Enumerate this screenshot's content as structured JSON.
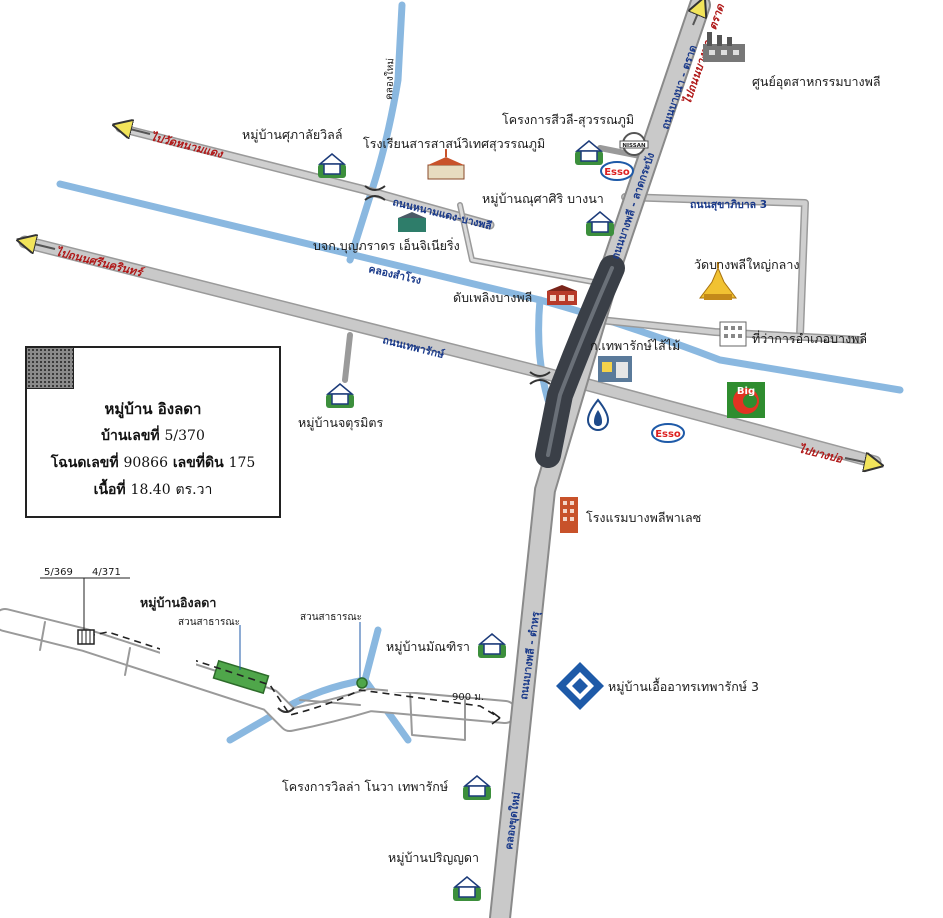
{
  "roads": {
    "phahonyothin_north": "ถนนบางนา - ตราด",
    "bangphli_latkrabang": "ถนนบางพลี - ลาดกระบัง",
    "sukhaphiban3": "ถนนสุขาภิบาล 3",
    "thepharak": "ถนนเทพารักษ์",
    "nongmaendaeng_bangphli": "ถนนหนามแดง-บางพลี",
    "bangphli_tamru": "ถนนบางพลี - ตำหรุ",
    "khlong_samrong": "คลองสำโรง",
    "khlong_mai": "คลองใหม่",
    "khlong_khut_mai": "คลองขุดใหม่"
  },
  "directions": {
    "to_bangna": "ไปถนนบางนา - ตราด",
    "to_wat_nammaendaeng": "ไปวัดหนามแดง",
    "to_srinakarin": "ไปถนนศรีนครินทร์",
    "to_bangbo": "ไปบางบ่อ"
  },
  "places": {
    "industrial_center": "ศูนย์อุตสาหกรรมบางพลี",
    "sawi_suvarnabhumi": "โครงการสีวลี-สุวรรณภูมิ",
    "supalai_villa": "หมู่บ้านศุภาลัยวิลล์",
    "school": "โรงเรียนสารสาสน์วิเทศสุวรรณภูมิ",
    "nasiri_bangna": "หมู่บ้านณุศาศิริ บางนา",
    "boonyaphat": "บจก.บุญภราดร เอ็นจิเนียริ่ง",
    "wat_bangphli_yai": "วัดบางพลีใหญ่กลาง",
    "fire_station": "ดับเพลิงบางพลี",
    "district_office": "ที่ว่าการอำเภอบางพลี",
    "thepharak_sai_mai": "ก.เทพารักษ์ไส้ไม้",
    "jaturamitr": "หมู่บ้านจตุรมิตร",
    "hotel": "โรงแรมบางพลีพาเลซ",
    "manthira": "หมู่บ้านมัณฑิรา",
    "ua_athorn": "หมู่บ้านเอื้ออาทรเทพารักษ์ 3",
    "villa_nova": "โครงการวิลล่า โนวา เทพารักษ์",
    "parinyada": "หมู่บ้านปริญญดา",
    "inglada_village": "หมู่บ้านอิงลดา",
    "public_park_1": "สวนสาธารณะ",
    "public_park_2": "สวนสาธารณะ",
    "house_a": "5/369",
    "house_b": "4/371",
    "distance": "900 ม."
  },
  "brands": {
    "esso": "Esso",
    "big_c": "Big",
    "nissan": "NISSAN"
  },
  "info": {
    "village": "หมู่บ้าน อิงลดา",
    "house_no_label": "บ้านเลขที่",
    "house_no": "5/370",
    "deed_label": "โฉนดเลขที่",
    "deed_no": "90866",
    "land_label": "เลขที่ดิน",
    "land_no": "175",
    "area_label": "เนื้อที่",
    "area": "18.40",
    "area_unit": "ตร.วา"
  },
  "colors": {
    "road": "#c9c9c9",
    "road_edge": "#9a9a9a",
    "canal": "#8ab8e0",
    "highway_dark": "#3a3f47",
    "route": "#222222",
    "direction_text": "#b01818",
    "road_text": "#1a3a8a",
    "park": "#4fa64a",
    "esso_blue": "#1e5aa8",
    "big_c_green": "#2f8d2f",
    "big_c_red": "#e23322"
  }
}
